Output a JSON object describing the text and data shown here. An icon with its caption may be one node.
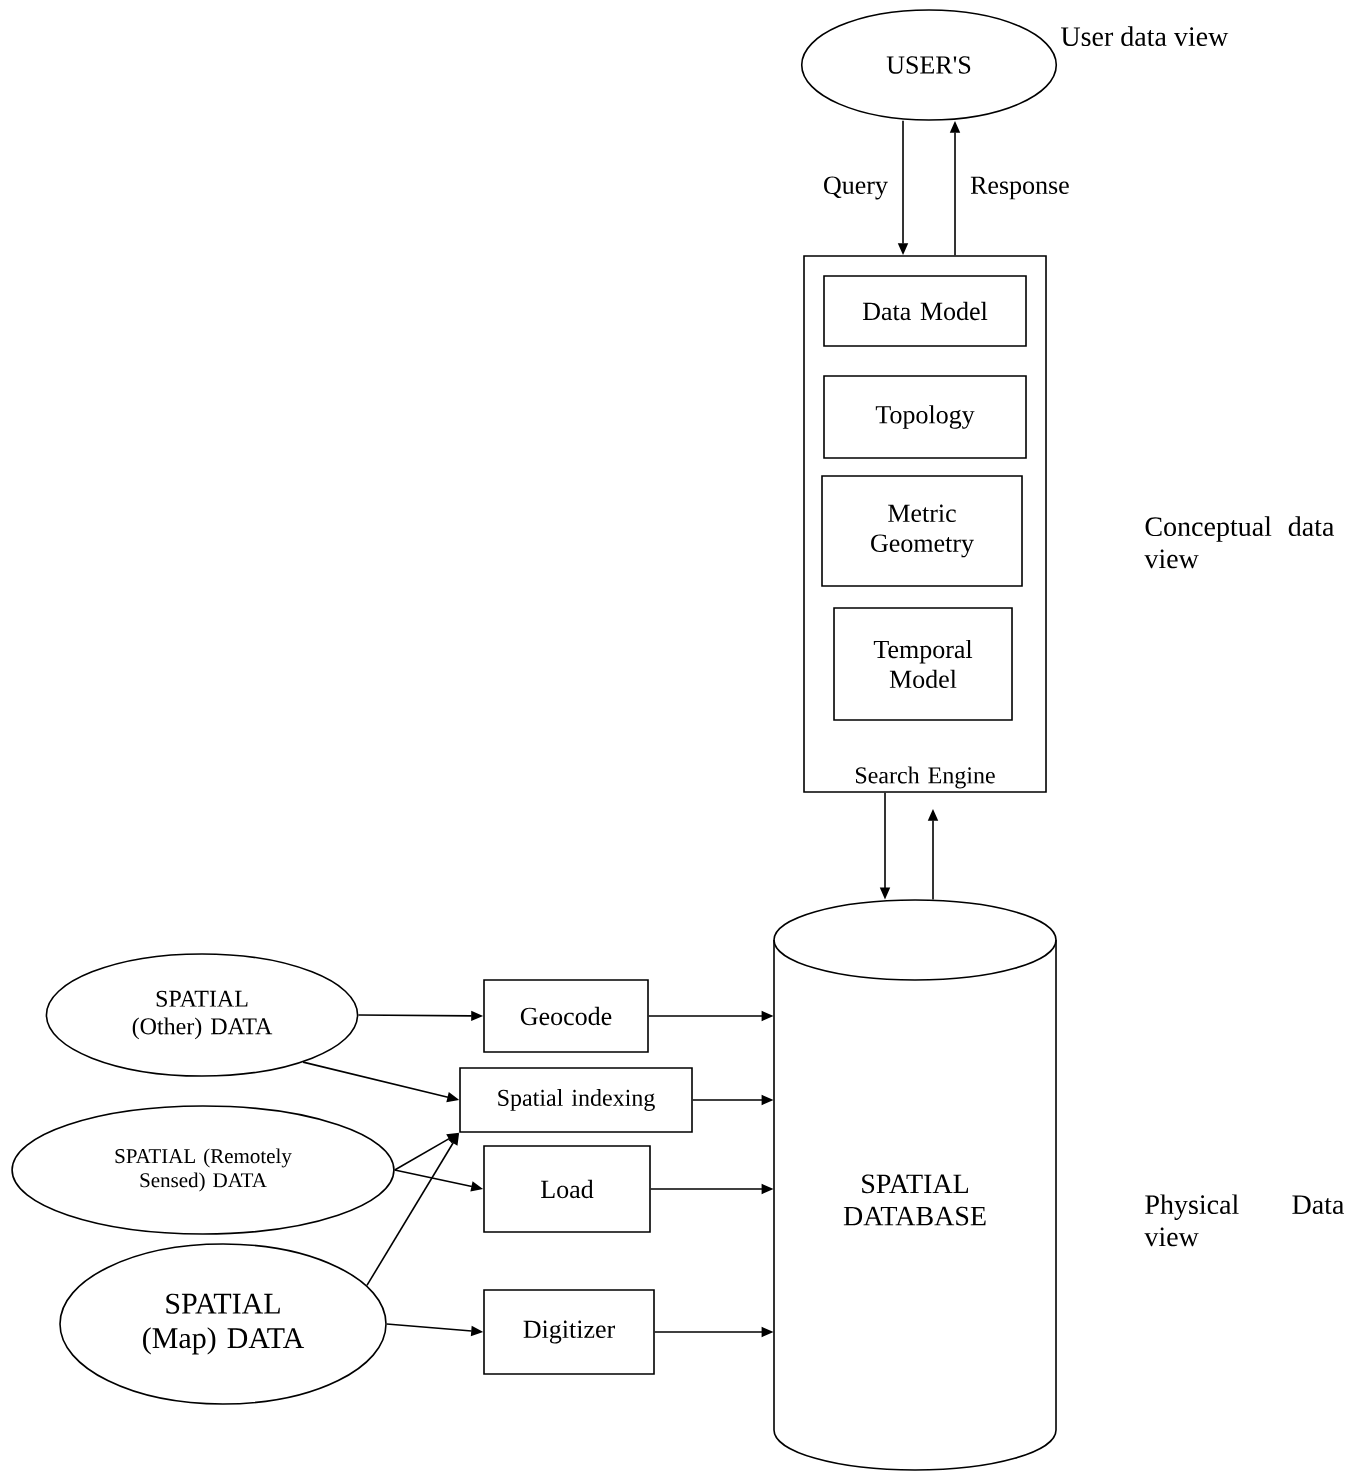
{
  "diagram": {
    "nodes": [
      {
        "text": [
          "USER'S"
        ]
      },
      {
        "text": [
          "Search Engine"
        ]
      },
      {
        "text": [
          "Data Model"
        ],
        "in": 1
      },
      {
        "text": [
          "Topology"
        ],
        "in": 1
      },
      {
        "text": [
          "Metric Geometry"
        ],
        "in": 1
      },
      {
        "text": [
          "Temporal Model"
        ],
        "in": 1
      },
      {
        "text": [
          "SPATIAL DATABASE"
        ]
      },
      {
        "text": [
          "SPATIAL (Other) DATA"
        ]
      },
      {
        "text": [
          "SPATIAL (Remotely Sensed) DATA"
        ]
      },
      {
        "text": [
          "SPATIAL (Map) DATA"
        ]
      },
      {
        "text": [
          "Geocode"
        ]
      },
      {
        "text": [
          "Spatial indexing"
        ]
      },
      {
        "text": [
          "Load"
        ]
      },
      {
        "text": [
          "Digitizer"
        ]
      }
    ],
    "edges": [
      {
        "from": 0,
        "to": 1,
        "arrow": "to",
        "label": "Query"
      },
      {
        "from": 1,
        "to": 0,
        "arrow": "to",
        "label": "Response"
      },
      {
        "from": 1,
        "to": 6,
        "arrow": "to"
      },
      {
        "from": 6,
        "to": 1,
        "arrow": "to"
      },
      {
        "from": 7,
        "to": 10,
        "arrow": "to"
      },
      {
        "from": 7,
        "to": 11,
        "arrow": "to"
      },
      {
        "from": 8,
        "to": 11,
        "arrow": "to"
      },
      {
        "from": 8,
        "to": 12,
        "arrow": "to"
      },
      {
        "from": 9,
        "to": 11,
        "arrow": "to"
      },
      {
        "from": 9,
        "to": 13,
        "arrow": "to"
      },
      {
        "from": 10,
        "to": 6,
        "arrow": "to"
      },
      {
        "from": 11,
        "to": 6,
        "arrow": "to"
      },
      {
        "from": 12,
        "to": 6,
        "arrow": "to"
      },
      {
        "from": 13,
        "to": 6,
        "arrow": "to"
      }
    ],
    "labels": [
      "User data view",
      "Conceptual data view",
      "Physical Data view"
    ]
  }
}
